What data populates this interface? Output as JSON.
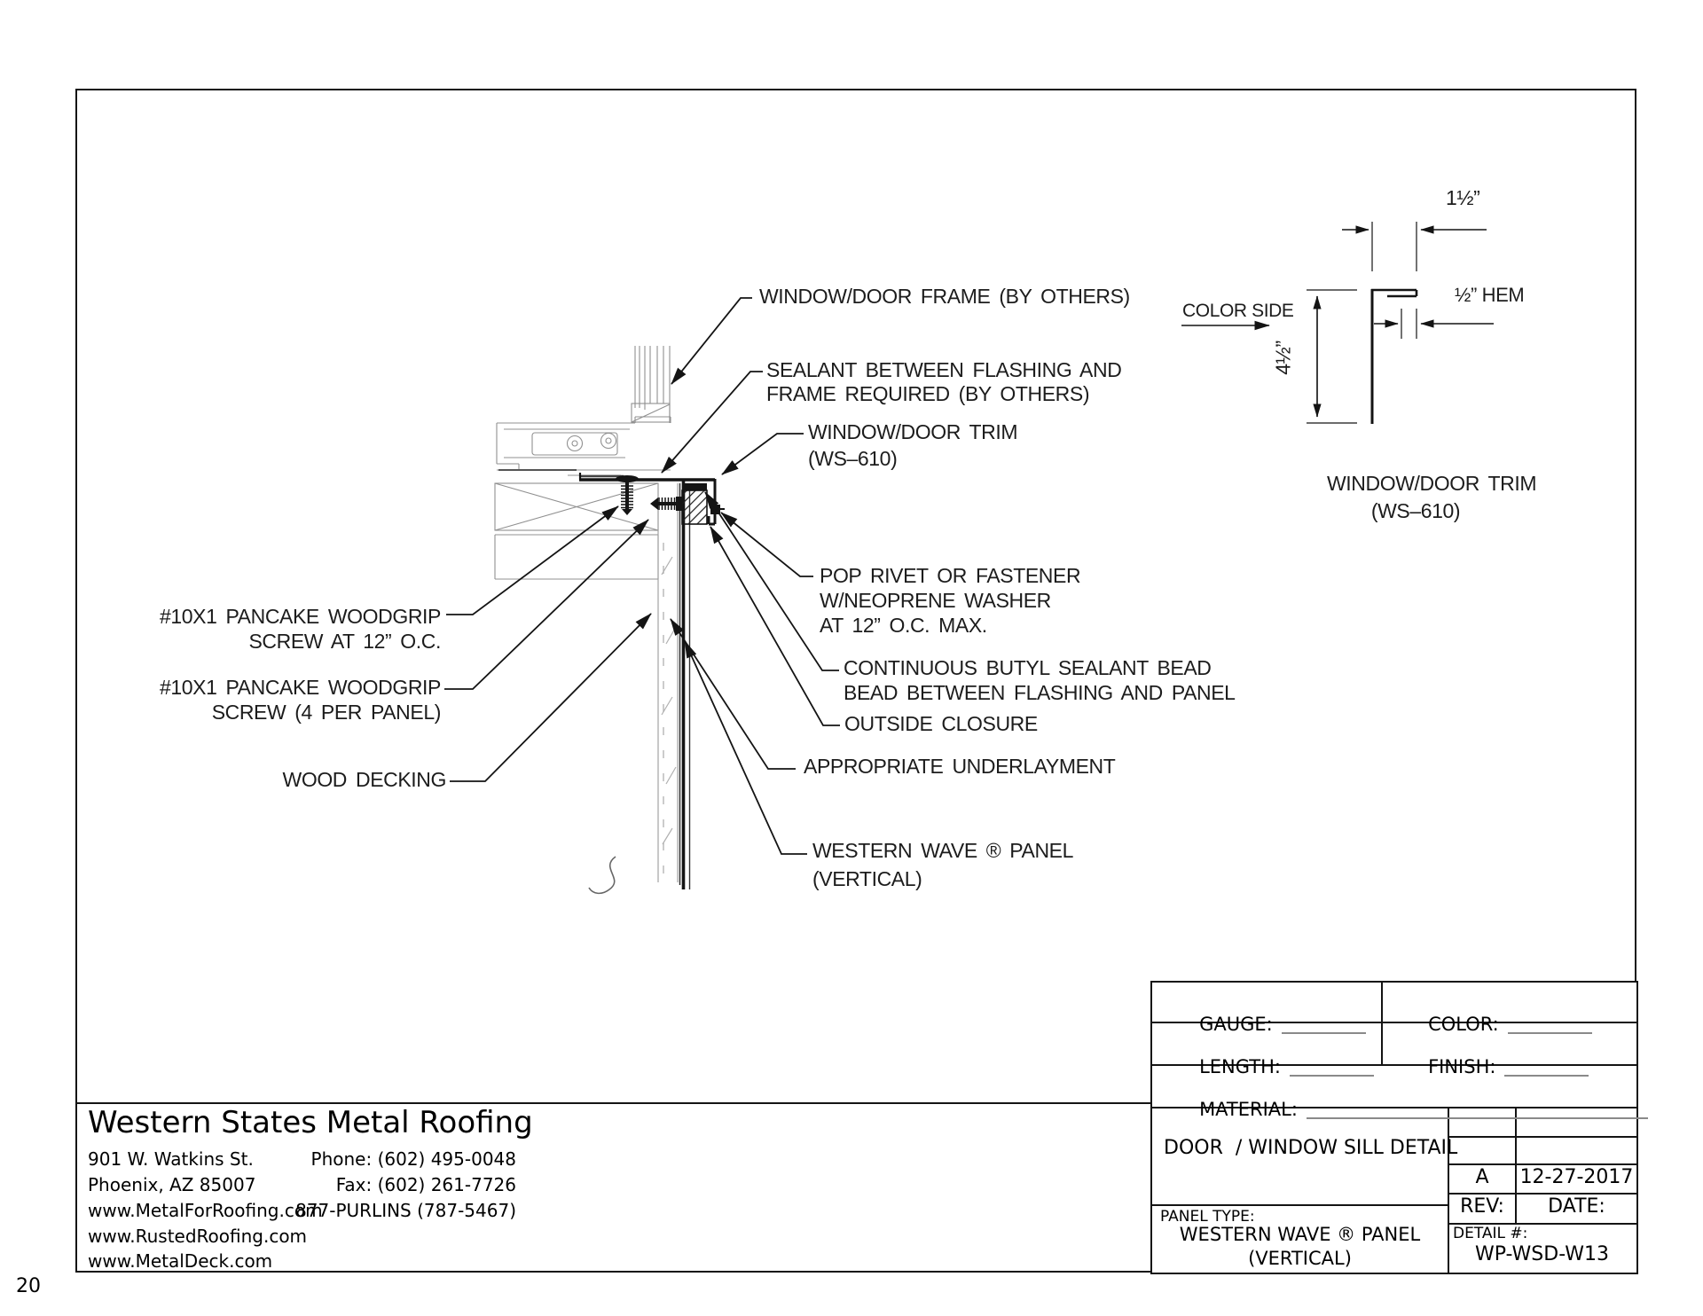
{
  "page": {
    "number": "20"
  },
  "figure": {
    "callouts": {
      "frame": "WINDOW/DOOR FRAME (BY OTHERS)",
      "sealant_1": "SEALANT BETWEEN FLASHING AND",
      "sealant_2": "FRAME REQUIRED (BY OTHERS)",
      "trim_1": "WINDOW/DOOR TRIM",
      "trim_2": "(WS–610)",
      "pop_rivet_1": "POP RIVET OR FASTENER",
      "pop_rivet_2": "W/NEOPRENE WASHER",
      "pop_rivet_3": "AT 12” O.C. MAX.",
      "butyl_1": "CONTINUOUS BUTYL SEALANT BEAD",
      "butyl_2": "BEAD BETWEEN FLASHING AND PANEL",
      "closure": "OUTSIDE CLOSURE",
      "underlayment": "APPROPRIATE UNDERLAYMENT",
      "panel_1": "WESTERN WAVE ® PANEL",
      "panel_2": "(VERTICAL)",
      "screw1_1": "#10X1 PANCAKE WOODGRIP",
      "screw1_2": "SCREW AT 12” O.C.",
      "screw2_1": "#10X1 PANCAKE WOODGRIP",
      "screw2_2": "SCREW (4 PER PANEL)",
      "decking": "WOOD DECKING"
    }
  },
  "profile": {
    "dim_top": "1½”",
    "dim_hem": "½” HEM",
    "dim_height": "4½”",
    "color_side": "COLOR SIDE",
    "caption_1": "WINDOW/DOOR TRIM",
    "caption_2": "(WS–610)"
  },
  "title_block": {
    "company": "Western States Metal Roofing",
    "address_1": "901 W. Watkins St.",
    "address_2": "Phoenix, AZ 85007",
    "phone": "Phone: (602) 495-0048",
    "fax": "Fax: (602) 261-7726",
    "web_1": "www.MetalForRoofing.com",
    "purlins": "877-PURLINS (787-5467)",
    "web_2": "www.RustedRoofing.com",
    "web_3": "www.MetalDeck.com"
  },
  "spec": {
    "gauge_label": "GAUGE:",
    "color_label": "COLOR:",
    "length_label": "LENGTH:",
    "finish_label": "FINISH:",
    "material_label": "MATERIAL:",
    "detail_title": "DOOR  / WINDOW SILL DETAIL",
    "panel_type_label": "PANEL TYPE:",
    "panel_type_1": "WESTERN WAVE ® PANEL",
    "panel_type_2": "(VERTICAL)",
    "rev_value": "A",
    "date_value": "12-27-2017",
    "rev_label": "REV:",
    "date_label": "DATE:",
    "detail_no_label": "DETAIL #:",
    "detail_no": "WP-WSD-W13"
  },
  "colors": {
    "line_dark": "#141414",
    "line_light": "#909090",
    "text": "#1a1a1a"
  }
}
